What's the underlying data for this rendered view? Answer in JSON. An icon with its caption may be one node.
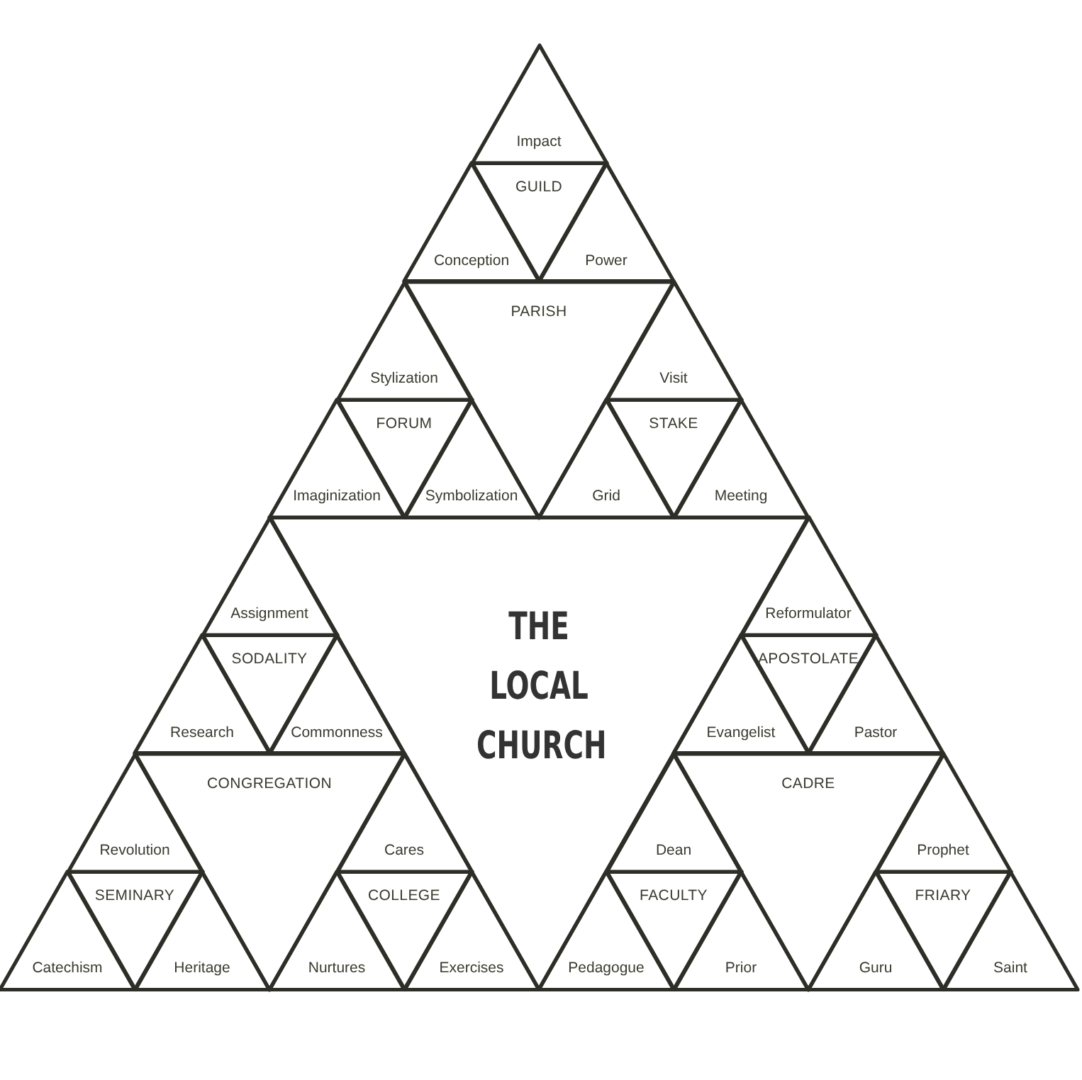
{
  "diagram": {
    "nodes": [
      {
        "text": [
          "Impact"
        ]
      },
      {
        "text": [
          "GUILD"
        ]
      },
      {
        "text": [
          "Conception"
        ]
      },
      {
        "text": [
          "Power"
        ]
      },
      {
        "text": [
          "PARISH"
        ]
      },
      {
        "text": [
          "Stylization"
        ]
      },
      {
        "text": [
          "Visit"
        ]
      },
      {
        "text": [
          "FORUM"
        ]
      },
      {
        "text": [
          "STAKE"
        ]
      },
      {
        "text": [
          "Imaginization"
        ]
      },
      {
        "text": [
          "Symbolization"
        ]
      },
      {
        "text": [
          "Grid"
        ]
      },
      {
        "text": [
          "Meeting"
        ]
      },
      {
        "text": [
          "THE LOCAL CHURCH"
        ]
      },
      {
        "text": [
          "Assignment"
        ]
      },
      {
        "text": [
          "Reformulator"
        ]
      },
      {
        "text": [
          "SODALITY"
        ]
      },
      {
        "text": [
          "APOSTOLATE"
        ]
      },
      {
        "text": [
          "Research"
        ]
      },
      {
        "text": [
          "Commonness"
        ]
      },
      {
        "text": [
          "Evangelist"
        ]
      },
      {
        "text": [
          "Pastor"
        ]
      },
      {
        "text": [
          "CONGREGATION"
        ]
      },
      {
        "text": [
          "CADRE"
        ]
      },
      {
        "text": [
          "Revolution"
        ]
      },
      {
        "text": [
          "Cares"
        ]
      },
      {
        "text": [
          "Dean"
        ]
      },
      {
        "text": [
          "Prophet"
        ]
      },
      {
        "text": [
          "SEMINARY"
        ]
      },
      {
        "text": [
          "COLLEGE"
        ]
      },
      {
        "text": [
          "FACULTY"
        ]
      },
      {
        "text": [
          "FRIARY"
        ]
      },
      {
        "text": [
          "Catechism"
        ]
      },
      {
        "text": [
          "Heritage"
        ]
      },
      {
        "text": [
          "Nurtures"
        ]
      },
      {
        "text": [
          "Exercises"
        ]
      },
      {
        "text": [
          "Pedagogue"
        ]
      },
      {
        "text": [
          "Prior"
        ]
      },
      {
        "text": [
          "Guru"
        ]
      },
      {
        "text": [
          "Saint"
        ]
      }
    ]
  }
}
